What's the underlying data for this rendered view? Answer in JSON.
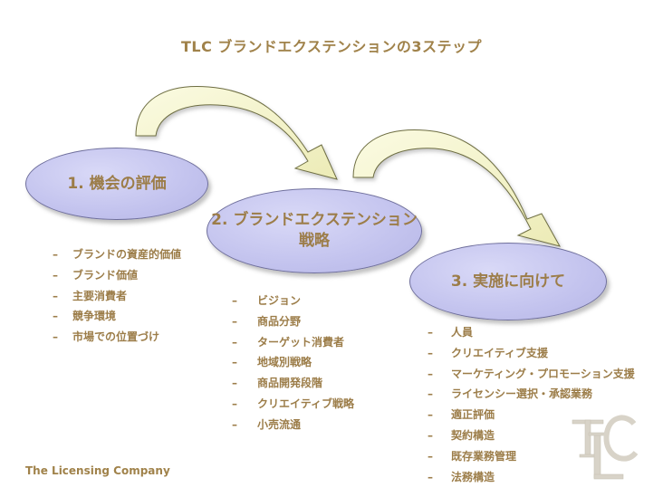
{
  "title": "TLC  ブランドエクステンションの3ステップ",
  "steps": [
    {
      "label": "1. 機会の評価",
      "items": [
        "ブランドの資産的価値",
        "ブランド価値",
        "主要消費者",
        "競争環境",
        "市場での位置づけ"
      ]
    },
    {
      "label": "2. ブランドエクステンション\n戦略",
      "items": [
        "ビジョン",
        "商品分野",
        "ターゲット消費者",
        "地域別戦略",
        "商品開発段階",
        "クリエイティブ戦略",
        "小売流通"
      ]
    },
    {
      "label": "3. 実施に向けて",
      "items": [
        "人員",
        "クリエイティブ支援",
        "マーケティング・プロモーション支援",
        "ライセンシー選択・承認業務",
        "適正評価",
        "契約構造",
        "既存業務管理",
        "法務構造"
      ]
    }
  ],
  "bullet": "–",
  "footer": "The Licensing Company",
  "logo_text": "TLC",
  "colors": {
    "text": "#9c7d49",
    "ellipse_fill": "#c3c3ee",
    "arrow_fill": "#f3f3c8"
  }
}
